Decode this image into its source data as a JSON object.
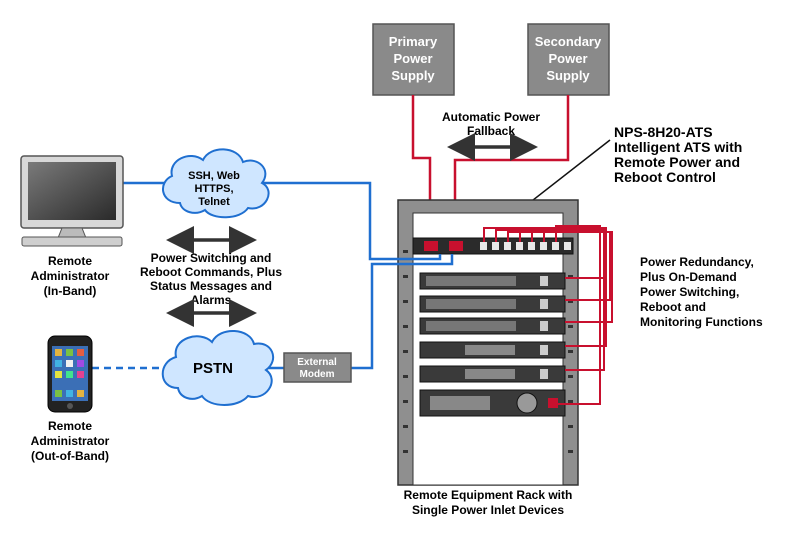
{
  "power_supplies": {
    "primary": [
      "Primary",
      "Power",
      "Supply"
    ],
    "secondary": [
      "Secondary",
      "Power",
      "Supply"
    ]
  },
  "fallback_label": [
    "Automatic Power",
    "Fallback"
  ],
  "ats_label": [
    "NPS-8H20-ATS",
    "Intelligent ATS with",
    "Remote Power and",
    "Reboot Control"
  ],
  "ssh_cloud": [
    "SSH, Web",
    "HTTPS,",
    "Telnet"
  ],
  "pstn_cloud": "PSTN",
  "modem": [
    "External",
    "Modem"
  ],
  "commands_label": [
    "Power Switching and",
    "Reboot Commands, Plus",
    "Status Messages and",
    "Alarms"
  ],
  "admin_inband": [
    "Remote",
    "Administrator",
    "(In-Band)"
  ],
  "admin_outofband": [
    "Remote",
    "Administrator",
    "(Out-of-Band)"
  ],
  "redundancy_label": [
    "Power Redundancy,",
    "Plus On-Demand",
    "Power Switching,",
    "Reboot and",
    "Monitoring Functions"
  ],
  "rack_label": [
    "Remote Equipment Rack with",
    "Single Power Inlet Devices"
  ],
  "colors": {
    "power_line": "#c8102e",
    "network_line": "#1f6fd0",
    "box_gray": "#8a8a8a",
    "rack_gray": "#b0b0b0"
  },
  "icons": [
    "monitor-icon",
    "smartphone-icon",
    "cloud-icon",
    "double-arrow-icon"
  ]
}
